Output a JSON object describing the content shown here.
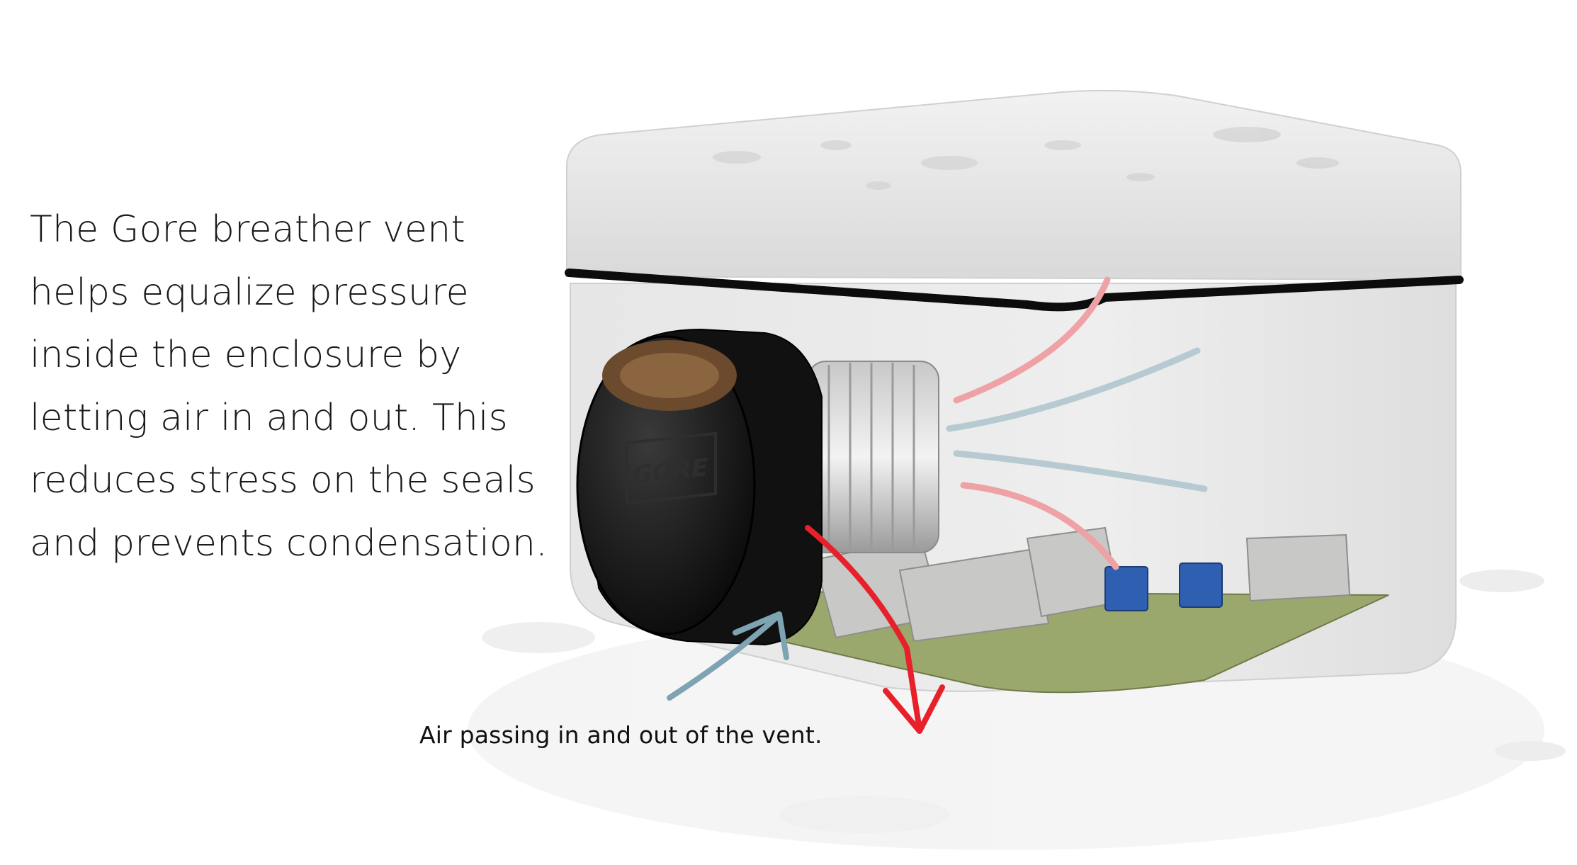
{
  "description_lines": [
    "The Gore breather vent",
    "helps equalize pressure",
    "inside the enclosure by",
    "letting air in and out. This",
    "reduces stress on the seals",
    "and prevents condensation."
  ],
  "caption": "Air passing in and out of the vent.",
  "vent_logo": "GORE",
  "colors": {
    "arrow_out": "#e8202a",
    "arrow_in": "#7ea3b3",
    "arrow_out_faded": "#efa2a6",
    "arrow_in_faded": "#b7cad1",
    "vent_cap": "#161616",
    "gasket": "#0c0c0c",
    "pcb": "#9aa86e"
  }
}
